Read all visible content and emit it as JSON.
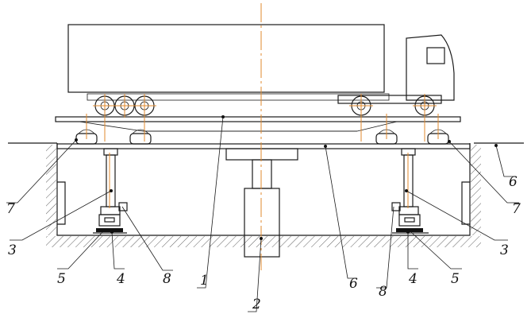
{
  "colors": {
    "line": "#1a1a1a",
    "axis": "#e08a2c",
    "background": "#ffffff"
  },
  "callouts": {
    "c1": "1",
    "c2": "2",
    "c3_left": "3",
    "c3_right": "3",
    "c4_left": "4",
    "c4_right": "4",
    "c5_left": "5",
    "c5_right": "5",
    "c6_mid": "6",
    "c6_right": "6",
    "c7_left": "7",
    "c7_right": "7",
    "c8_left": "8",
    "c8_right": "8"
  }
}
